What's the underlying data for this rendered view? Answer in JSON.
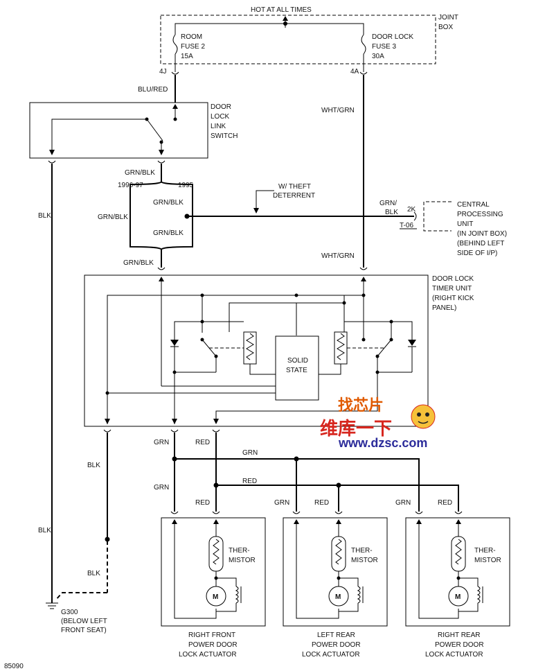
{
  "labels": {
    "hot_at_all_times": "HOT AT ALL TIMES",
    "joint_box": [
      "JOINT",
      "BOX"
    ],
    "room_fuse": [
      "ROOM",
      "FUSE 2",
      "15A"
    ],
    "door_lock_fuse": [
      "DOOR LOCK",
      "FUSE 3",
      "30A"
    ],
    "pin_4j": "4J",
    "pin_4a": "4A",
    "blu_red": "BLU/RED",
    "wht_grn_top": "WHT/GRN",
    "door_lock_link_switch": [
      "DOOR",
      "LOCK",
      "LINK",
      "SWITCH"
    ],
    "grn_blk_switch": "GRN/BLK",
    "year_1996_97": "1996-97",
    "year_1995": "1995",
    "grn_blk_upper": "GRN/BLK",
    "grn_blk_left": "GRN/BLK",
    "grn_blk_lower": "GRN/BLK",
    "w_theft_deterrent": [
      "W/ THEFT",
      "DETERRENT"
    ],
    "grn_blk_cpu_wire": [
      "GRN/",
      "BLK"
    ],
    "pin_2k": "2K",
    "t06": "T-06",
    "central_processing_unit": [
      "CENTRAL",
      "PROCESSING",
      "UNIT",
      "(IN JOINT BOX)",
      "(BEHIND LEFT",
      "SIDE OF I/P)"
    ],
    "grn_blk_timer": "GRN/BLK",
    "wht_grn_timer": "WHT/GRN",
    "door_lock_timer_unit": [
      "DOOR LOCK",
      "TIMER UNIT",
      "(RIGHT KICK",
      "PANEL)"
    ],
    "solid_state": [
      "SOLID",
      "STATE"
    ],
    "blk_1": "BLK",
    "blk_2": "BLK",
    "blk_3": "BLK",
    "blk_4": "BLK",
    "grn_1": "GRN",
    "red_1": "RED",
    "grn_bus": "GRN",
    "red_bus": "RED",
    "grn_2": "GRN",
    "red_2": "RED",
    "grn_3": "GRN",
    "red_3": "RED",
    "grn_4": "GRN",
    "red_4": "RED",
    "thermistor": [
      "THER-",
      "MISTOR"
    ],
    "motor_symbol": "M",
    "ground": [
      "G300",
      "(BELOW LEFT",
      "FRONT SEAT)"
    ],
    "actuator_rf": [
      "RIGHT FRONT",
      "POWER DOOR",
      "LOCK ACTUATOR"
    ],
    "actuator_lr": [
      "LEFT REAR",
      "POWER DOOR",
      "LOCK ACTUATOR"
    ],
    "actuator_rr": [
      "RIGHT REAR",
      "POWER DOOR",
      "LOCK ACTUATOR"
    ],
    "figure_number": "85090"
  },
  "watermark": {
    "chinese_top": "找芯片",
    "chinese_main": "维库一下",
    "url": "www.dzsc.com"
  },
  "colors": {
    "line": "#000000",
    "watermark_red": "#d7261e",
    "watermark_blue": "#2b2b9a",
    "watermark_orange": "#e05a00"
  }
}
